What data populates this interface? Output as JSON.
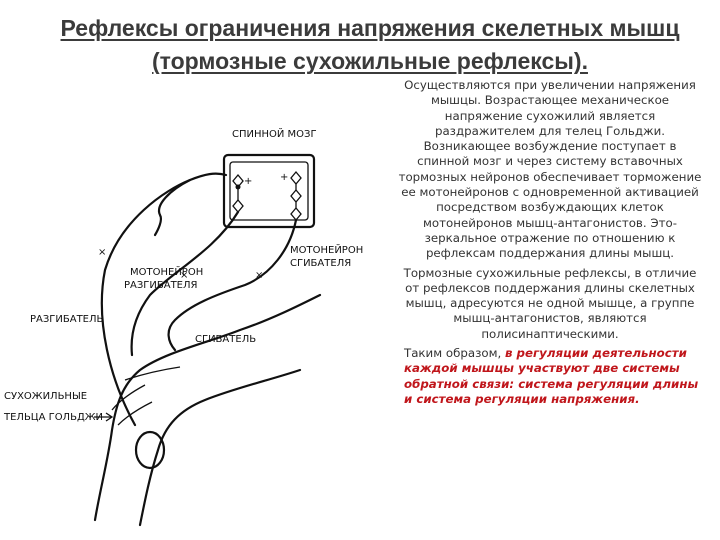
{
  "slide": {
    "title": "Рефлексы ограничения напряжения скелетных мышц (тормозные сухожильные рефлексы).",
    "paragraph1": "Осуществляются при увеличении напряжения мышцы. Возрастающее механическое напряжение сухожилий является раздражителем для телец Гольджи. Возникающее возбуждение поступает в спинной мозг и через систему вставочных тормозных нейронов обеспечивает торможение ее мотонейронов с одновременной активацией посредством возбуждающих клеток мотонейронов мышц-антагонистов. Это-зеркальное отражение по отношению к рефлексам поддержания длины мышц.",
    "paragraph2": "Тормозные сухожильные рефлексы, в отличие от рефлексов поддержания длины скелетных мышц, адресуются не одной мышце, а группе мышц-антагонистов, являются полисинаптическими.",
    "paragraph3_plain": "Таким образом, ",
    "paragraph3_emphasis": "в регуляции деятельности каждой мышцы участвуют две системы обратной связи: система регуляции длины и система регуляции напряжения.",
    "emphasis_color": "#c0161b"
  },
  "figure": {
    "label_spinal_cord": "СПИННОЙ МОЗГ",
    "label_motoneuron_flexor_1": "МОТОНЕЙРОН",
    "label_motoneuron_flexor_2": "СГИБАТЕЛЯ",
    "label_motoneuron_extensor_1": "МОТОНЕЙРОН",
    "label_motoneuron_extensor_2": "РАЗГИБАТЕЛЯ",
    "label_extensor": "РАЗГИБАТЕЛЬ",
    "label_flexor": "СГИБАТЕЛЬ",
    "label_golgi_1": "СУХОЖИЛЬНЫЕ",
    "label_golgi_2": "ТЕЛЬЦА ГОЛЬДЖИ"
  }
}
